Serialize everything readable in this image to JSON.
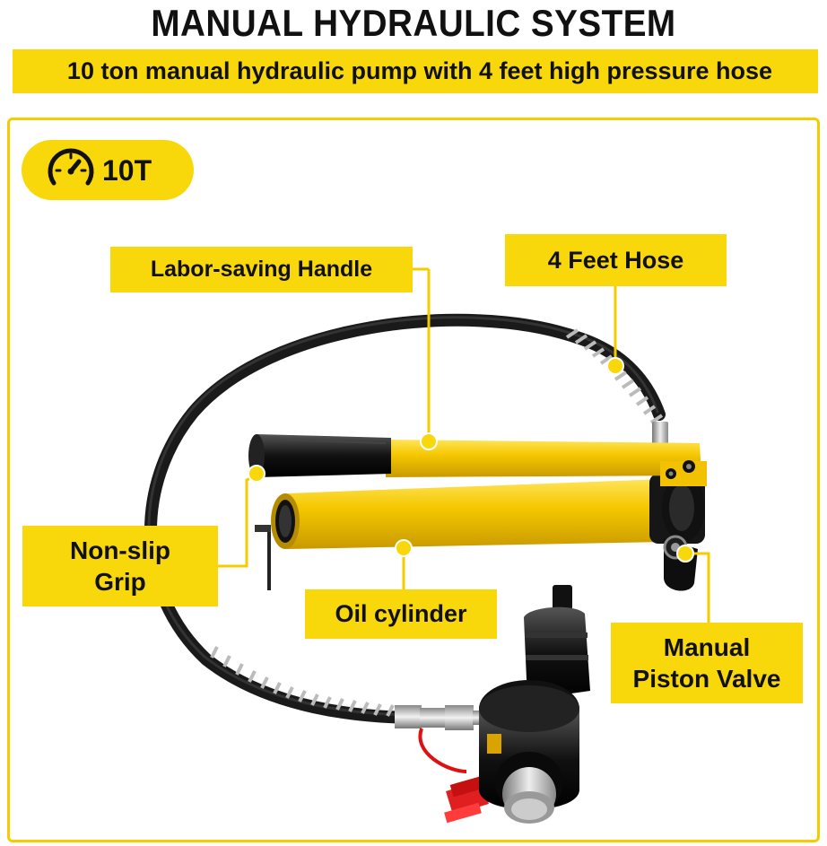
{
  "header": {
    "title": "MANUAL HYDRAULIC SYSTEM",
    "subtitle": "10 ton manual hydraulic pump with 4 feet high pressure hose"
  },
  "badge": {
    "icon": "gauge-icon",
    "text": "10T"
  },
  "callouts": {
    "handle": "Labor-saving Handle",
    "hose": "4 Feet Hose",
    "grip": "Non-slip\nGrip",
    "oil_cylinder": "Oil cylinder",
    "valve": "Manual\nPiston Valve"
  },
  "colors": {
    "accent_yellow": "#f8d80a",
    "border_yellow": "#f5cc00",
    "pump_yellow": "#f2c200",
    "hose_black": "#1a1a1a",
    "connector_red": "#e02020"
  }
}
